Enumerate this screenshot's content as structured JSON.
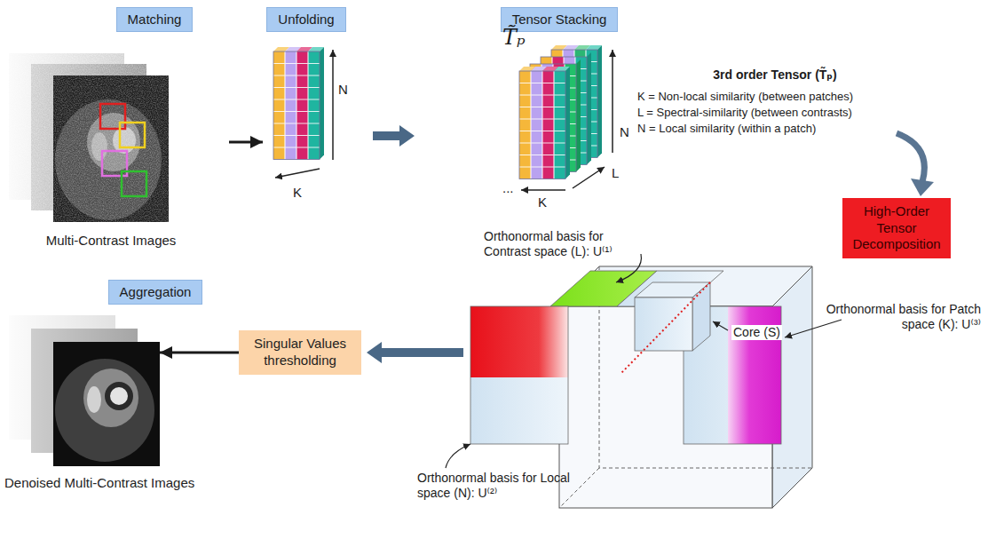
{
  "diagram": {
    "nodes": [
      {
        "text": [
          "Matching"
        ]
      },
      {
        "text": [
          "Multi-Contrast Images"
        ]
      },
      {
        "text": [
          "Unfolding"
        ]
      },
      {
        "text": [
          "Tensor Stacking"
        ]
      },
      {
        "text": [
          "High-Order Tensor Decomposition"
        ]
      },
      {
        "text": [
          "Aggregation"
        ]
      },
      {
        "text": [
          "Singular Values thresholding"
        ]
      },
      {
        "text": [
          "Denoised Multi-Contrast Images"
        ]
      }
    ],
    "edges": [
      {
        "from": 6,
        "to": 7,
        "arrow": "to"
      }
    ],
    "labels": [
      "N",
      "K",
      "T̃ₚ",
      "N",
      "L",
      "K",
      "...",
      "3rd order Tensor (T̃ₚ)",
      "K = Non-local similarity (between patches)",
      "L = Spectral-similarity (between contrasts)",
      "N = Local similarity (within a patch)",
      "Orthonormal basis for Contrast space (L): U⁽¹⁾",
      "Core (S)",
      "Orthonormal basis for Patch space (K): U⁽³⁾",
      "Orthonormal basis for Local space (N): U⁽²⁾"
    ]
  }
}
